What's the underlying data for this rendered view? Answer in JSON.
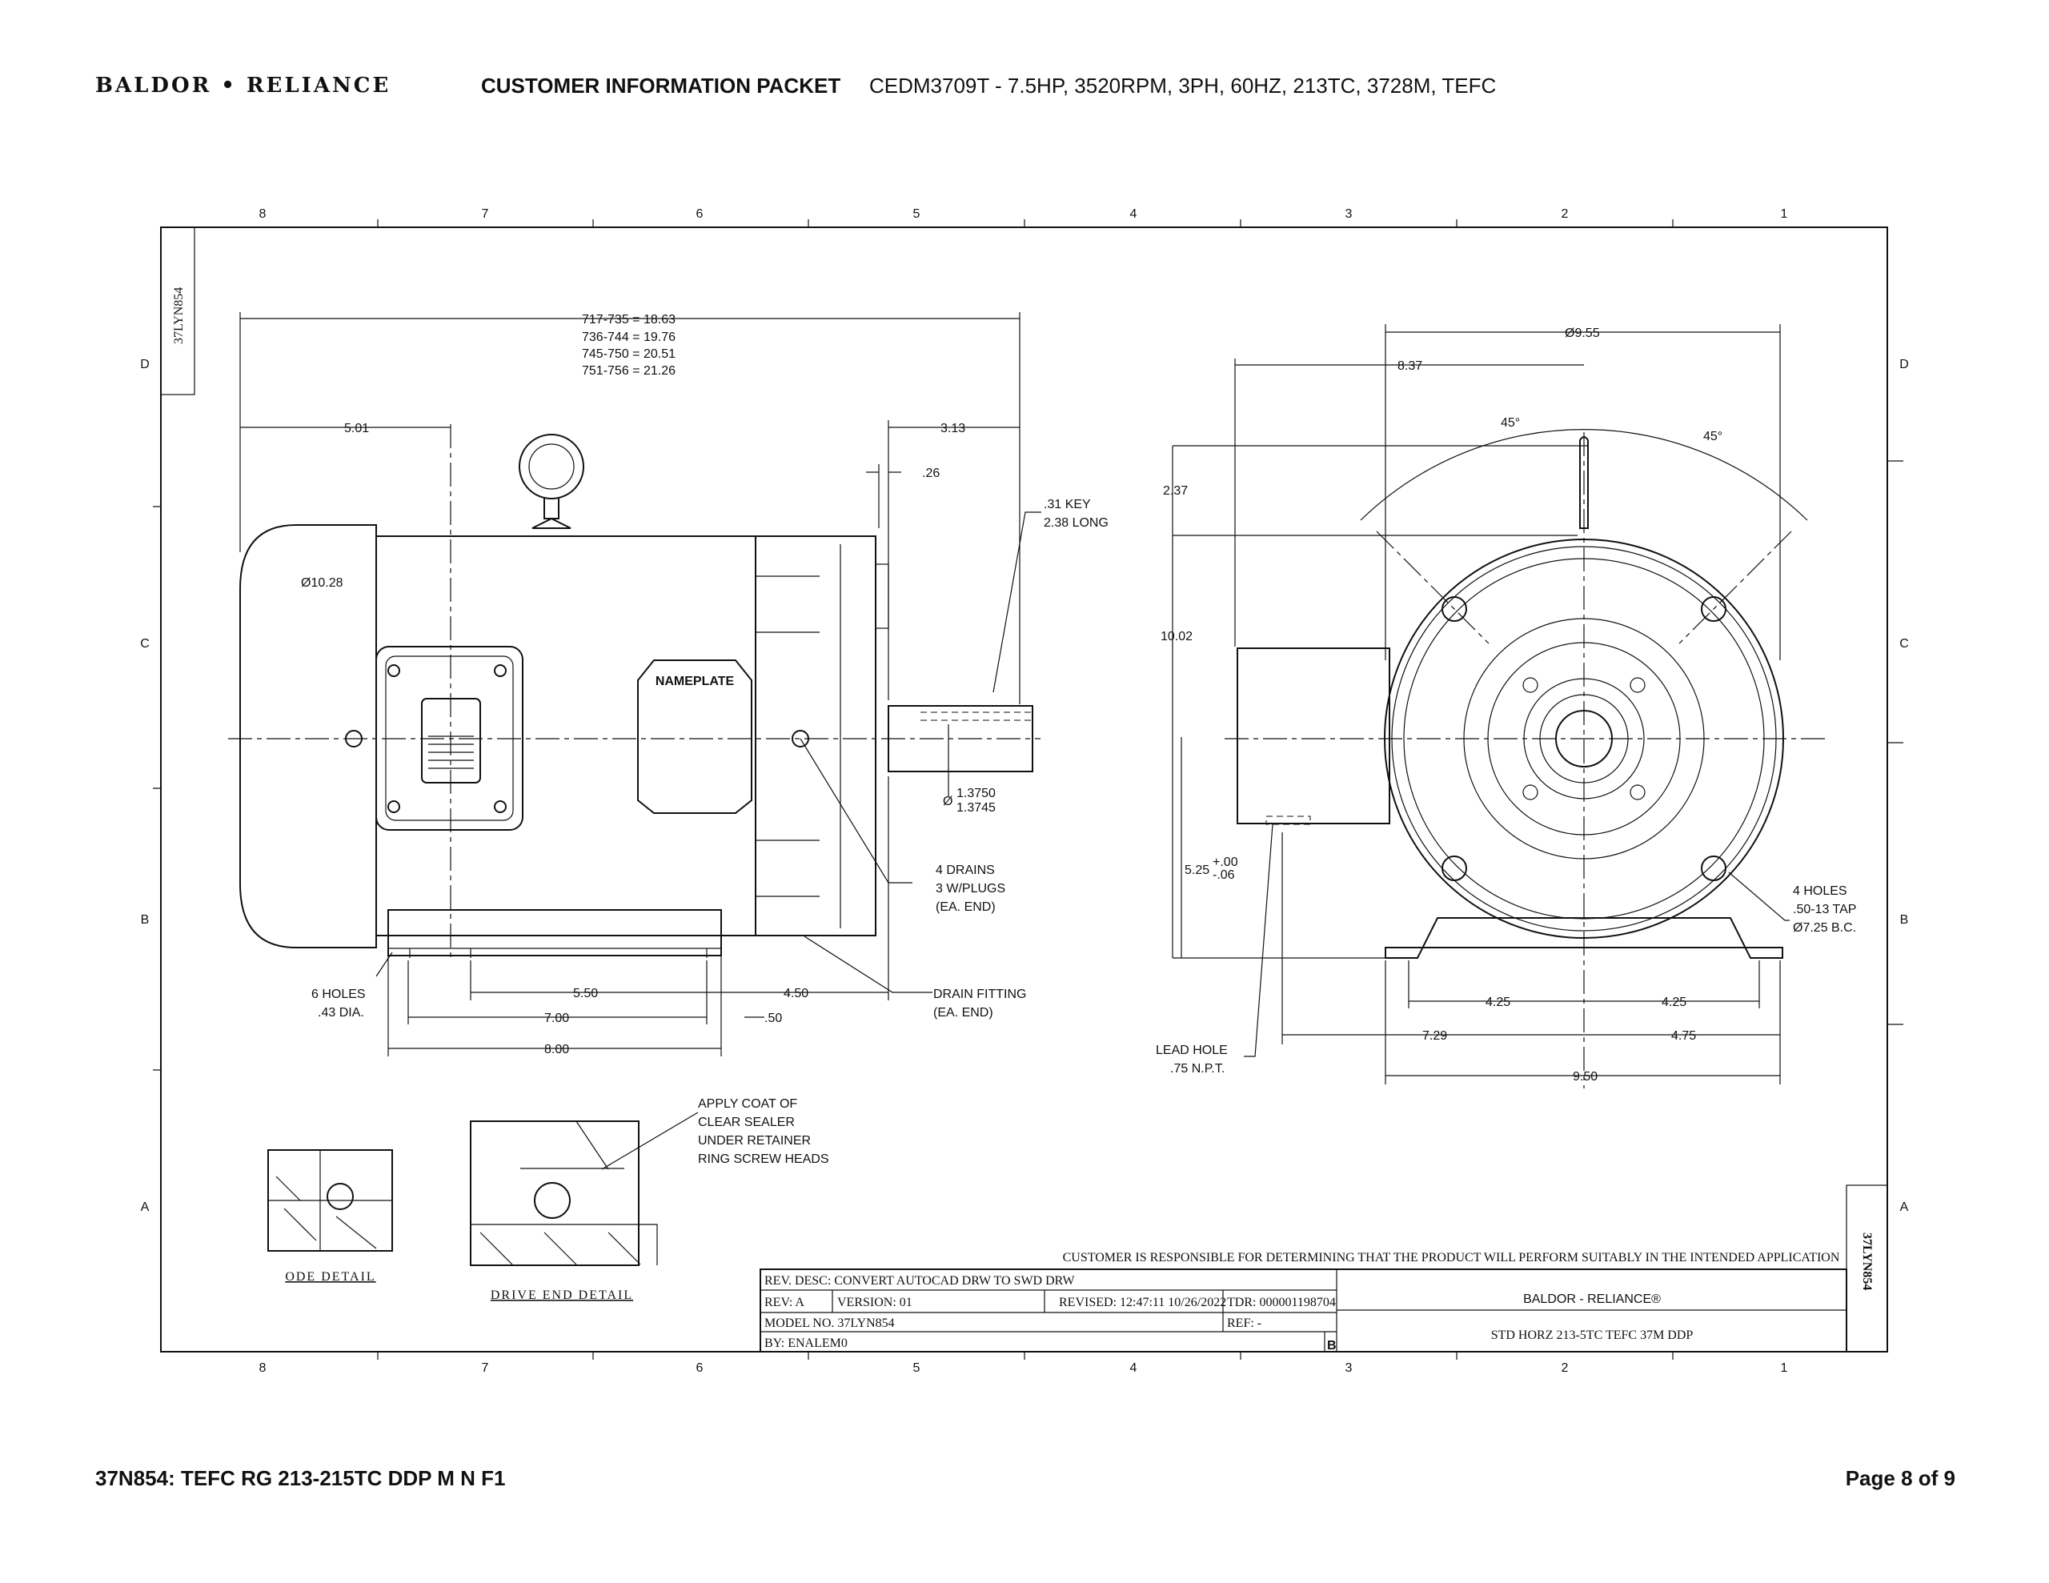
{
  "header": {
    "logo": "BALDOR • RELIANCE",
    "packet_title": "CUSTOMER INFORMATION PACKET",
    "model_desc": "CEDM3709T - 7.5HP, 3520RPM, 3PH, 60HZ, 213TC, 3728M, TEFC"
  },
  "footer": {
    "doc_id": "37N854: TEFC RG 213-215TC DDP M N F1",
    "page": "Page 8 of 9"
  },
  "drawing": {
    "zone_cols": [
      "8",
      "7",
      "6",
      "5",
      "4",
      "3",
      "2",
      "1"
    ],
    "zone_rows": [
      "D",
      "C",
      "B",
      "A"
    ],
    "drawing_no_tab": "37LYN854",
    "side_view": {
      "length_table": [
        "717-735 = 18.63",
        "736-744 = 19.76",
        "745-750 = 20.51",
        "751-756 = 21.26"
      ],
      "dim_501": "5.01",
      "dim_313": "3.13",
      "dim_026": ".26",
      "key": [
        ".31 KEY",
        "2.38 LONG"
      ],
      "dia_1028": "Ø10.28",
      "shaft_dia": [
        "1.3750",
        "1.3745"
      ],
      "dia_symbol": "Ø",
      "nameplate": "NAMEPLATE",
      "drains": [
        "4 DRAINS",
        "3 W/PLUGS",
        "(EA. END)"
      ],
      "drain_fitting": [
        "DRAIN FITTING",
        "(EA. END)"
      ],
      "holes": [
        "6 HOLES",
        ".43 DIA."
      ],
      "dim_550": "5.50",
      "dim_450": "4.50",
      "dim_700": "7.00",
      "dim_050": ".50",
      "dim_800": "8.00"
    },
    "end_view": {
      "dia_955": "Ø9.55",
      "dim_837": "8.37",
      "angle_1": "45°",
      "angle_2": "45°",
      "dim_237": "2.37",
      "dim_1002": "10.02",
      "dim_525": "5.25",
      "tol_plus": "+.00",
      "tol_minus": "-.06",
      "tap_holes": [
        "4 HOLES",
        ".50-13 TAP",
        "Ø7.25 B.C."
      ],
      "dim_425a": "4.25",
      "dim_425b": "4.25",
      "dim_729": "7.29",
      "dim_475": "4.75",
      "dim_950": "9.50",
      "lead_hole": [
        "LEAD HOLE",
        ".75 N.P.T."
      ]
    },
    "details": {
      "sealer_note": [
        "APPLY COAT OF",
        "CLEAR SEALER",
        "UNDER RETAINER",
        "RING SCREW HEADS"
      ],
      "ode_label": "ODE DETAIL",
      "de_label": "DRIVE END DETAIL"
    },
    "title_block": {
      "disclaimer": "CUSTOMER IS RESPONSIBLE FOR DETERMINING THAT THE PRODUCT WILL PERFORM SUITABLY IN THE INTENDED APPLICATION",
      "rev_desc": "REV. DESC: CONVERT AUTOCAD DRW TO SWD DRW",
      "rev": "REV:  A",
      "version": "VERSION:  01",
      "revised": "REVISED:  12:47:11 10/26/2022",
      "tdr": "TDR:  000001198704",
      "model_no": "MODEL NO.  37LYN854",
      "ref": "REF:  -",
      "by": "BY: ENALEM0",
      "size": "B",
      "brand": "BALDOR - RELIANCE®",
      "description": "STD HORZ 213-5TC TEFC 37M DDP"
    }
  }
}
